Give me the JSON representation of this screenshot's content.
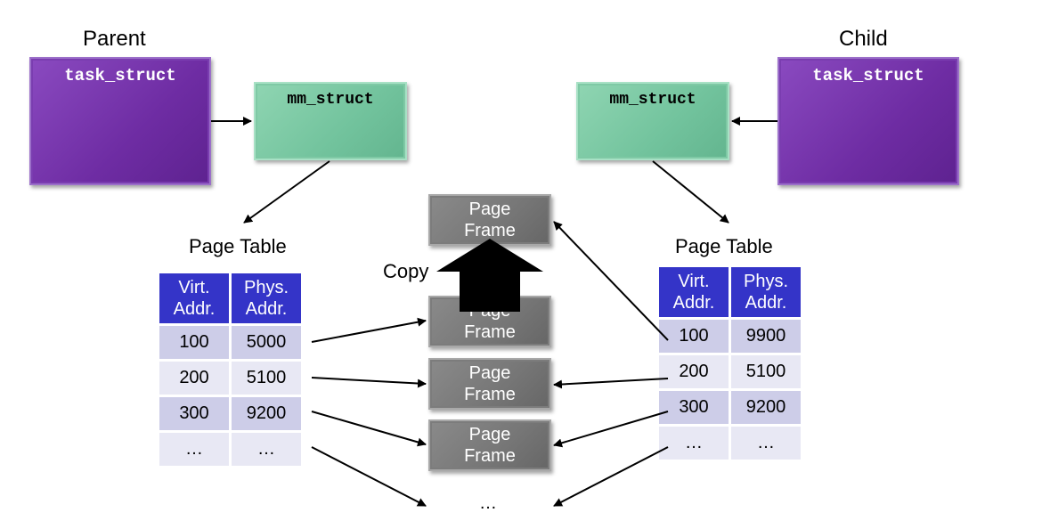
{
  "parent": {
    "label": "Parent",
    "task_struct": "task_struct",
    "mm_struct": "mm_struct"
  },
  "child": {
    "label": "Child",
    "task_struct": "task_struct",
    "mm_struct": "mm_struct"
  },
  "page_table_label": "Page Table",
  "table_headers": [
    "Virt.\nAddr.",
    "Phys.\nAddr."
  ],
  "parent_rows": [
    [
      "100",
      "5000"
    ],
    [
      "200",
      "5100"
    ],
    [
      "300",
      "9200"
    ],
    [
      "…",
      "…"
    ]
  ],
  "child_rows": [
    [
      "100",
      "9900"
    ],
    [
      "200",
      "5100"
    ],
    [
      "300",
      "9200"
    ],
    [
      "…",
      "…"
    ]
  ],
  "frame_label": "Page\nFrame",
  "copy_label": "Copy",
  "ellipsis": "…",
  "colors": {
    "task": "#7030a0",
    "mm": "#7fc9a5",
    "frame": "#7a7a7a",
    "header": "#3434c8"
  }
}
